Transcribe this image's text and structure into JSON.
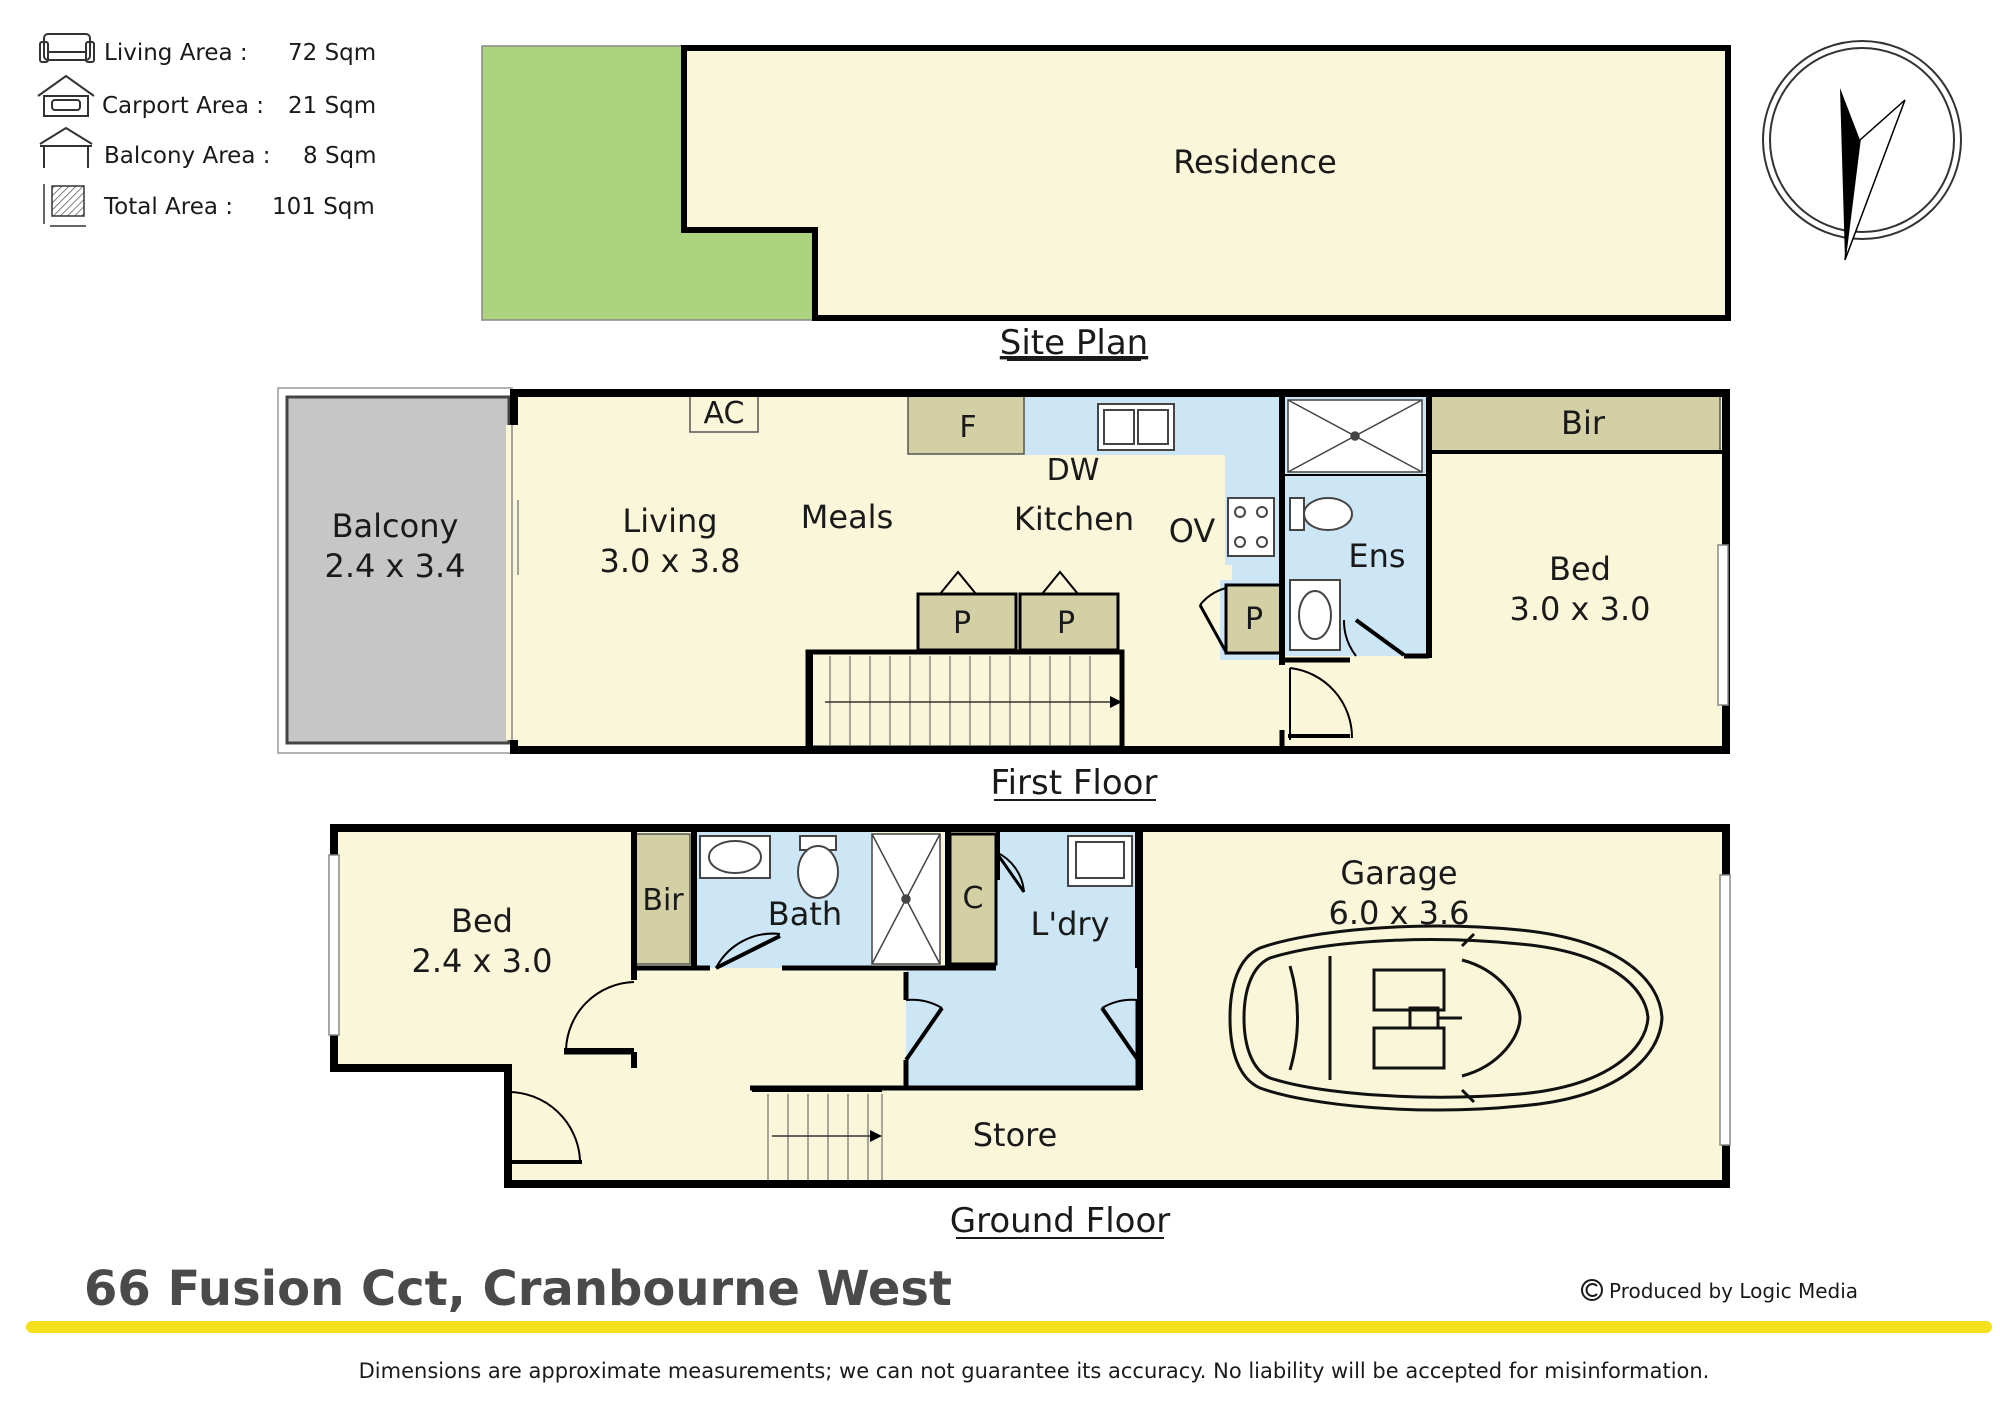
{
  "legend": [
    {
      "label": "Living Area :",
      "value": "72 Sqm",
      "icon": "sofa-icon"
    },
    {
      "label": "Carport Area :",
      "value": "21 Sqm",
      "icon": "car-icon"
    },
    {
      "label": "Balcony Area :",
      "value": "8 Sqm",
      "icon": "balcony-icon"
    },
    {
      "label": "Total Area :",
      "value": "101 Sqm",
      "icon": "area-icon"
    }
  ],
  "site_plan": {
    "caption": "Site Plan",
    "residence": "Residence"
  },
  "first_floor": {
    "caption": "First Floor",
    "balcony": {
      "name": "Balcony",
      "dims": "2.4 x 3.4"
    },
    "living": {
      "name": "Living",
      "dims": "3.0 x 3.8"
    },
    "meals": "Meals",
    "kitchen": "Kitchen",
    "ac": "AC",
    "fridge": "F",
    "dw": "DW",
    "ov": "OV",
    "pantry1": "P",
    "pantry2": "P",
    "pantry3": "P",
    "ens": "Ens",
    "bir": "Bir",
    "bed": {
      "name": "Bed",
      "dims": "3.0 x 3.0"
    }
  },
  "ground_floor": {
    "caption": "Ground Floor",
    "bed": {
      "name": "Bed",
      "dims": "2.4 x 3.0"
    },
    "bir": "Bir",
    "bath": "Bath",
    "cupboard": "C",
    "laundry": "L'dry",
    "garage": {
      "name": "Garage",
      "dims": "6.0 x 3.6"
    },
    "store": "Store"
  },
  "footer": {
    "address": "66 Fusion Cct, Cranbourne West",
    "credit": "Produced by Logic Media",
    "disclaimer": "Dimensions are approximate measurements; we can not guarantee its accuracy. No liability will be accepted for misinformation."
  },
  "colors": {
    "room": "#faf6da",
    "wet": "#cce6f5",
    "cabinet": "#d3d0a6",
    "garden": "#acd37d",
    "balcony": "#c6c6c6",
    "accent": "#f4e01c"
  }
}
